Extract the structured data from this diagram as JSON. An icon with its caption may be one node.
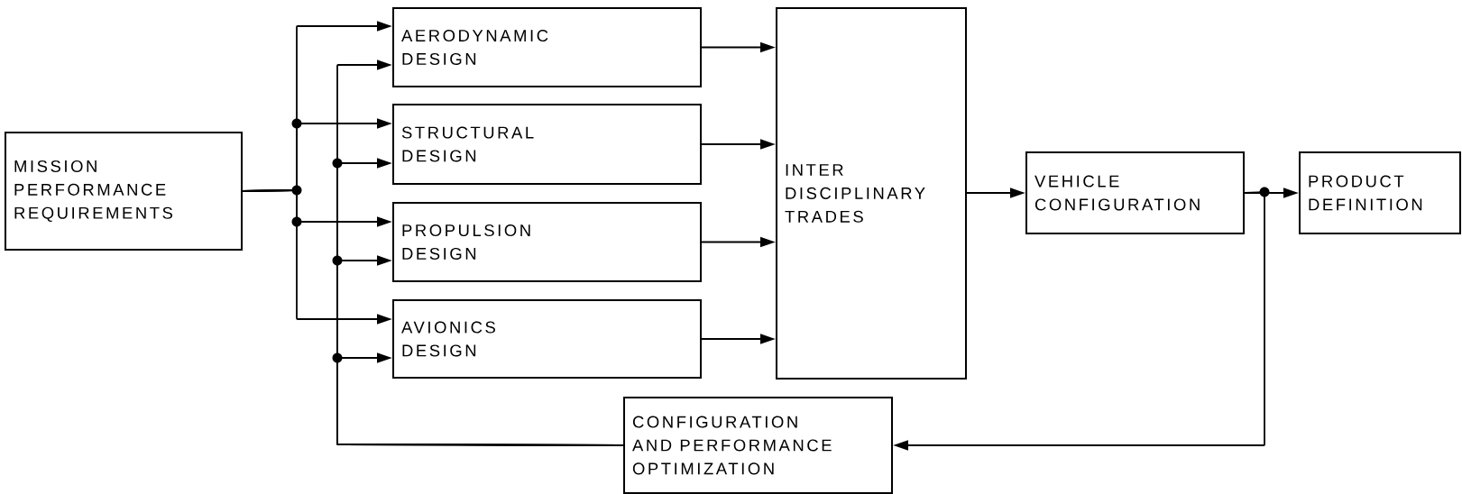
{
  "diagram": {
    "nodes": [
      {
        "text": [
          "MISSION PERFORMANCE REQUIREMENTS"
        ]
      },
      {
        "text": [
          "AERODYNAMIC DESIGN"
        ]
      },
      {
        "text": [
          "STRUCTURAL DESIGN"
        ]
      },
      {
        "text": [
          "PROPULSION DESIGN"
        ]
      },
      {
        "text": [
          "AVIONICS DESIGN"
        ]
      },
      {
        "text": [
          "INTER DISCIPLINARY TRADES"
        ]
      },
      {
        "text": [
          "VEHICLE CONFIGURATION"
        ]
      },
      {
        "text": [
          "PRODUCT DEFINITION"
        ]
      },
      {
        "text": [
          "CONFIGURATION AND PERFORMANCE OPTIMIZATION"
        ]
      }
    ],
    "edges": [
      {
        "from": 0,
        "to": 1,
        "arrow": "to"
      },
      {
        "from": 0,
        "to": 2,
        "arrow": "to"
      },
      {
        "from": 0,
        "to": 3,
        "arrow": "to"
      },
      {
        "from": 0,
        "to": 4,
        "arrow": "to"
      },
      {
        "from": 8,
        "to": 1,
        "arrow": "to"
      },
      {
        "from": 8,
        "to": 2,
        "arrow": "to"
      },
      {
        "from": 8,
        "to": 3,
        "arrow": "to"
      },
      {
        "from": 8,
        "to": 4,
        "arrow": "to"
      },
      {
        "from": 1,
        "to": 5,
        "arrow": "to"
      },
      {
        "from": 2,
        "to": 5,
        "arrow": "to"
      },
      {
        "from": 3,
        "to": 5,
        "arrow": "to"
      },
      {
        "from": 4,
        "to": 5,
        "arrow": "to"
      },
      {
        "from": 5,
        "to": 6,
        "arrow": "to"
      },
      {
        "from": 6,
        "to": 7,
        "arrow": "to"
      },
      {
        "from": 6,
        "to": 8,
        "arrow": "to"
      }
    ]
  }
}
